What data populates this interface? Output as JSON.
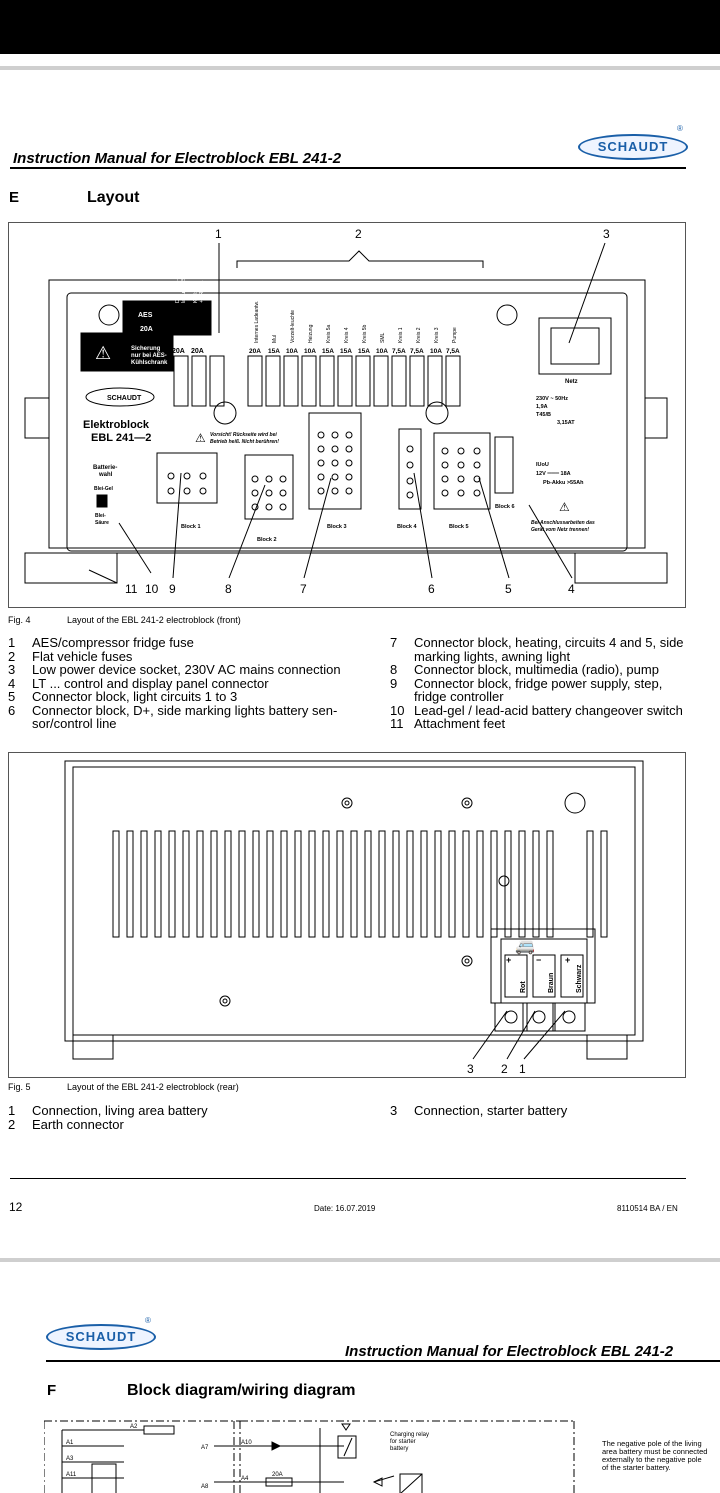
{
  "page_header": {
    "title": "Instruction Manual for Electroblock EBL 241-2",
    "logo": "SCHAUDT",
    "logo_mark": "®"
  },
  "section_e": {
    "letter": "E",
    "title": "Layout"
  },
  "fig4": {
    "callouts": [
      "1",
      "2",
      "3",
      "4",
      "5",
      "6",
      "7",
      "8",
      "9",
      "10",
      "11"
    ],
    "front_labels": {
      "aes": "AES",
      "aes_amp": "20A",
      "warning_line1": "Sicherung",
      "warning_line2": "nur bei AES-",
      "warning_line3": "Kühlschrank",
      "d_plus": "D+ / Nach-",
      "d_plus2": "laufung SB",
      "kuehl": "Kühlschr.",
      "kuehl2": "+WR-Betr.",
      "left_fuse_amps": [
        "20A",
        "20A"
      ],
      "fuse_names": [
        "Internes Ladeantw.",
        "Mul",
        "Vorzelt-leuchte",
        "Heizung",
        "Kreis 5a",
        "Kreis 4",
        "Kreis 5b",
        "SML",
        "Kreis 1",
        "Kreis 2",
        "Kreis 3",
        "Pumpe"
      ],
      "fuse_amps": [
        "20A",
        "15A",
        "10A",
        "10A",
        "15A",
        "15A",
        "15A",
        "10A",
        "7,5A",
        "7,5A",
        "10A",
        "7,5A"
      ],
      "brand_name": "Elektroblock",
      "model": "EBL 241—2",
      "caution_line1": "Vorsicht! Rückseite wird bei",
      "caution_line2": "Betrieb heiß. Nicht berühren!",
      "battery_select": "Batterie-",
      "battery_select2": "wahl",
      "bleigel": "Blei-Gel",
      "bleisaeure": "Blei-",
      "bleisaeure2": "Säure",
      "blocks": [
        "Block 1",
        "Block 2",
        "Block 3",
        "Block 4",
        "Block 5",
        "Block 6"
      ],
      "netz": "Netz",
      "spec1": "230V ~ 50Hz",
      "spec2": "1,9A",
      "spec3": "T45/B",
      "spec4": "3,15AT",
      "iuou": "IUoU",
      "out1": "12V ═══ 18A",
      "out2": "Pb-Akku >55Ah",
      "mains_warn1": "Bei Anschlussarbeiten das",
      "mains_warn2": "Gerät vom Netz trennen!"
    },
    "caption_label": "Fig. 4",
    "caption_text": "Layout of the EBL 241-2 electroblock (front)"
  },
  "legend4_left": [
    {
      "num": "1",
      "text": "AES/compressor fridge fuse"
    },
    {
      "num": "2",
      "text": "Flat vehicle fuses"
    },
    {
      "num": "3",
      "text": "Low power device socket, 230V AC mains connection"
    },
    {
      "num": "4",
      "text": "LT ... control and display panel connector"
    },
    {
      "num": "5",
      "text": "Connector block, light circuits 1 to 3"
    },
    {
      "num": "6",
      "text": "Connector block, D+, side marking lights battery sen-sor/control line"
    }
  ],
  "legend4_right": [
    {
      "num": "7",
      "text": "Connector block, heating, circuits 4 and 5, side marking lights, awning light"
    },
    {
      "num": "8",
      "text": "Connector block, multimedia (radio), pump"
    },
    {
      "num": "9",
      "text": "Connector block, fridge power supply, step, fridge controller"
    },
    {
      "num": "10",
      "text": "Lead-gel / lead-acid battery changeover switch"
    },
    {
      "num": "11",
      "text": "Attachment feet"
    }
  ],
  "fig5": {
    "callouts": [
      "3",
      "2",
      "1"
    ],
    "terminal_labels": [
      "Rot",
      "Braun",
      "Schwarz"
    ],
    "signs": [
      "+",
      "−",
      "+"
    ],
    "caption_label": "Fig. 5",
    "caption_text": "Layout of the EBL 241-2 electroblock (rear)"
  },
  "legend5_left": [
    {
      "num": "1",
      "text": "Connection, living area battery"
    },
    {
      "num": "2",
      "text": "Earth connector"
    }
  ],
  "legend5_right": [
    {
      "num": "3",
      "text": "Connection, starter battery"
    }
  ],
  "footer": {
    "page_number": "12",
    "date": "Date: 16.07.2019",
    "doc_id": "8110514 BA / EN"
  },
  "next_page": {
    "title": "Instruction Manual for Electroblock EBL 241-2",
    "logo": "SCHAUDT",
    "logo_mark": "®",
    "section_letter": "F",
    "section_title": "Block diagram/wiring diagram",
    "diagram_labels": {
      "a2": "A2",
      "a1": "A1",
      "a3": "A3",
      "a11": "A11",
      "a7": "A7",
      "a10": "A10",
      "a8": "A8",
      "a4": "A4",
      "fuse": "20A",
      "relay1": "Charging relay",
      "relay2": "for starter",
      "relay3": "battery"
    },
    "side_note1": "The negative pole of the living",
    "side_note2": "area battery must be connected",
    "side_note3": "externally to the negative pole",
    "side_note4": "of the starter battery."
  }
}
